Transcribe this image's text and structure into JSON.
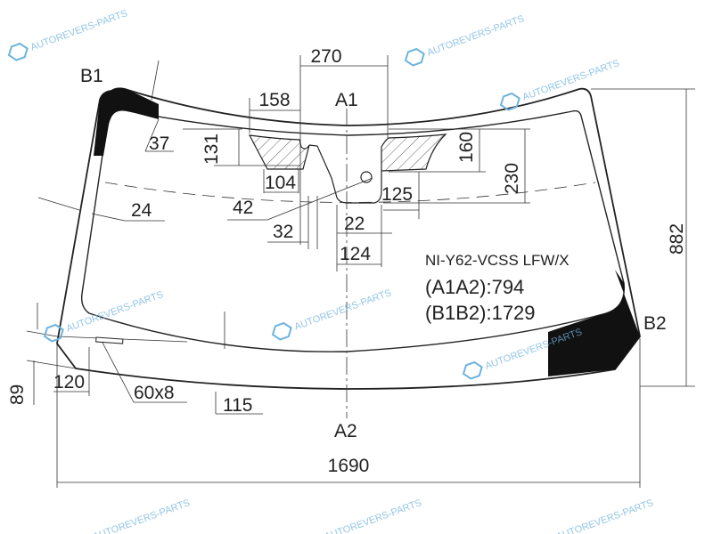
{
  "diagram": {
    "part_code": "NI-Y62-VCSS LFW/X",
    "a1a2": "(A1A2):794",
    "b1b2": "(B1B2):1729",
    "points": {
      "a1": "A1",
      "a2": "A2",
      "b1": "B1",
      "b2": "B2"
    },
    "dimensions": {
      "d270": "270",
      "d158": "158",
      "d37": "37",
      "d131": "131",
      "d104": "104",
      "d160": "160",
      "d230": "230",
      "d42": "42",
      "d24": "24",
      "d125": "125",
      "d22": "22",
      "d32": "32",
      "d124": "124",
      "d882": "882",
      "d89": "89",
      "d120": "120",
      "d60x8": "60x8",
      "d115": "115",
      "d1690": "1690"
    },
    "watermark": "AUTOREVERS-PARTS",
    "colors": {
      "line": "#222222",
      "watermark": "#6fb3de",
      "band": "#111111"
    }
  }
}
